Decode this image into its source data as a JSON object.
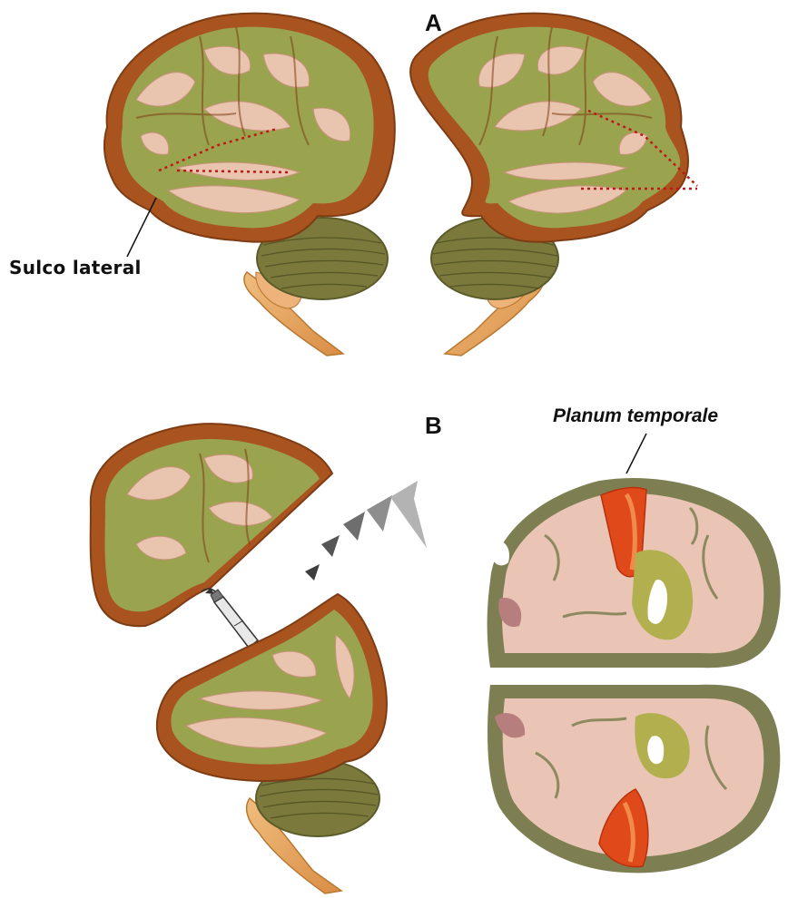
{
  "panels": {
    "a": "A",
    "b": "B"
  },
  "labels": {
    "lateral_sulcus": "Sulco lateral",
    "planum": "Planum temporale"
  },
  "colors": {
    "cortex_brown": "#a9541f",
    "gyrus_olive": "#9aa34e",
    "gyrus_pink": "#e9c4ae",
    "cerebellum": "#7b7a3c",
    "brainstem": "#e6a763",
    "sulcus_marker": "#c01818",
    "planum_red": "#e04a1a",
    "section_pink": "#eac4b4",
    "section_olive": "#7d7f52"
  },
  "icons": {
    "knife": "scalpel-icon",
    "arrows": "cut-direction-arrows-icon"
  }
}
